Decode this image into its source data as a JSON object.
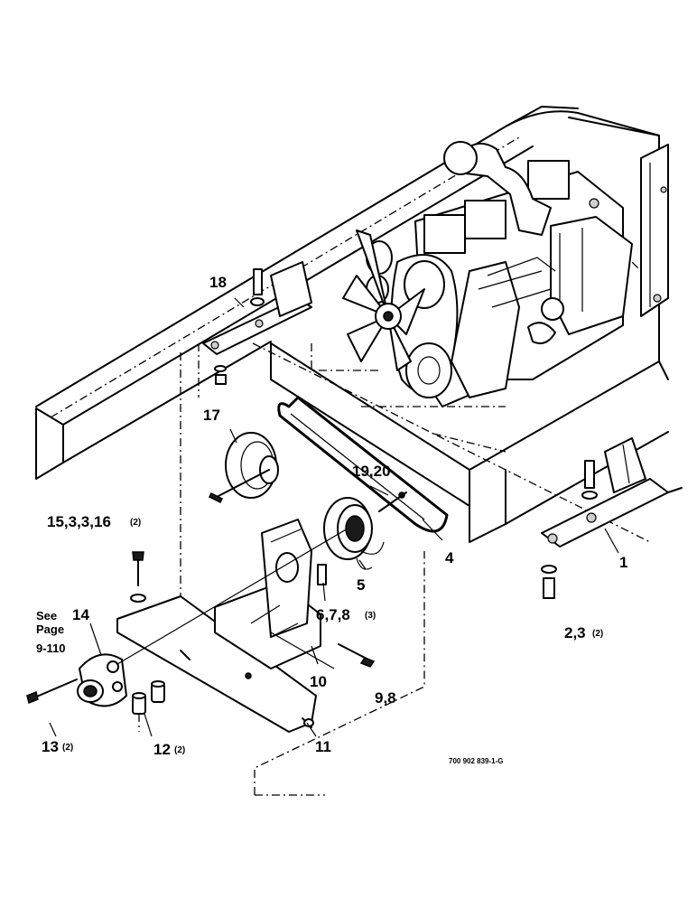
{
  "drawing_number": "700 902 839-1-G",
  "note": {
    "line1": "See",
    "line2": "Page",
    "line3": "9-110"
  },
  "callouts": [
    {
      "id": "c1",
      "text": "1"
    },
    {
      "id": "c2",
      "text": "2,3",
      "qty": "(2)"
    },
    {
      "id": "c4",
      "text": "4"
    },
    {
      "id": "c5",
      "text": "5"
    },
    {
      "id": "c6",
      "text": "6,7,8",
      "qty": "(3)"
    },
    {
      "id": "c9",
      "text": "9,8"
    },
    {
      "id": "c10",
      "text": "10"
    },
    {
      "id": "c11",
      "text": "11"
    },
    {
      "id": "c12",
      "text": "12",
      "qty": "(2)"
    },
    {
      "id": "c13",
      "text": "13",
      "qty": "(2)"
    },
    {
      "id": "c14",
      "text": "14"
    },
    {
      "id": "c15",
      "text": "15,3,3,16",
      "qty": "(2)"
    },
    {
      "id": "c17",
      "text": "17"
    },
    {
      "id": "c18",
      "text": "18"
    },
    {
      "id": "c19",
      "text": "19,20"
    }
  ]
}
